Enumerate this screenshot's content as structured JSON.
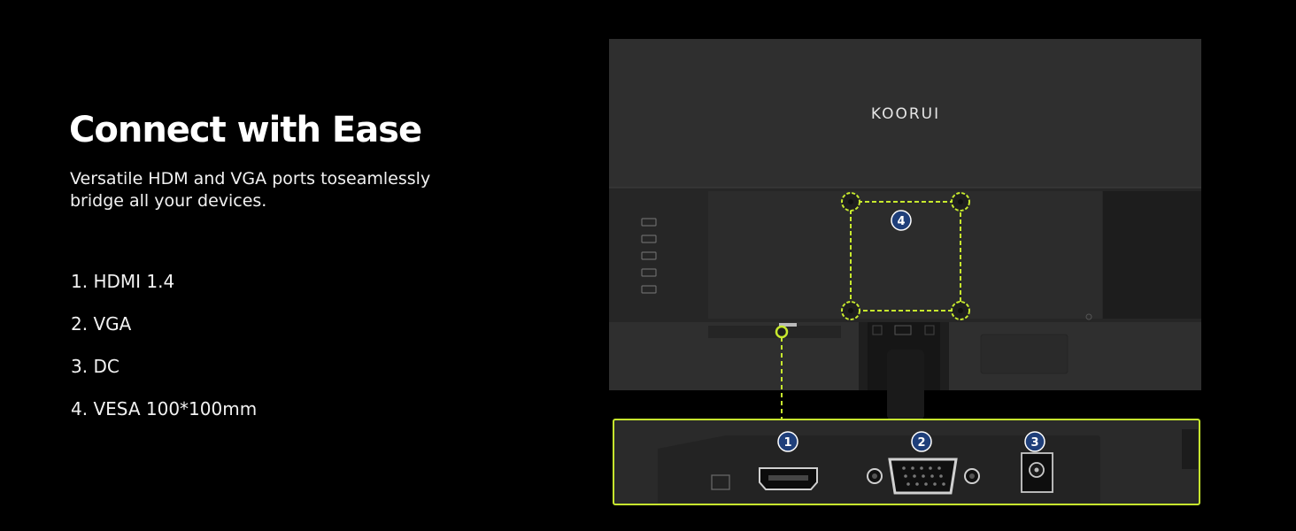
{
  "headline": "Connect with Ease",
  "subline": [
    "Versatile HDM and VGA ports toseamlessly",
    "bridge all your devices."
  ],
  "features": [
    "1. HDMI 1.4",
    "2. VGA",
    "3. DC",
    "4. VESA 100*100mm"
  ],
  "brand": "KOORUI",
  "markers": [
    "1",
    "2",
    "3",
    "4"
  ],
  "colors": {
    "background": "#000000",
    "accent": "#c7e92e",
    "badge": "#1f3f7a",
    "monitor": "#2d2d2d"
  }
}
